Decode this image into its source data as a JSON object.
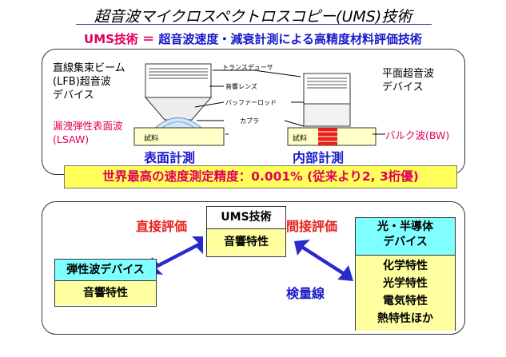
{
  "title": "超音波マイクロスペクトロスコピー(UMS)技術",
  "subtitle": {
    "lead": "UMS技術",
    "eq": "＝",
    "rest": "超音波速度・減衰計測による高精度材料評価技術"
  },
  "top_panel": {
    "lfb_device": "直線集束ビーム\n(LFB)超音波\nデバイス",
    "lsaw": "漏洩弾性表面波\n(LSAW)",
    "planar_device": "平面超音波\nデバイス",
    "bulk_wave": "バルク波(BW)",
    "transducer": "トランスデューサ",
    "acoustic_lens": "音響レンズ",
    "buffer_rod": "バッファーロッド",
    "coupler": "カプラ",
    "sample_left": "試料",
    "sample_right": "試料",
    "surface_measure": "表面計測",
    "internal_measure": "内部計測"
  },
  "banner": "世界最高の速度測定精度：0.001% (従来より2, 3桁優)",
  "bottom_panel": {
    "direct": "直接評価",
    "indirect": "間接評価",
    "calibration": "検量線",
    "ums_box": {
      "head": "UMS技術",
      "body": "音響特性"
    },
    "saw_box": {
      "head": "弾性波デバイス",
      "body": "音響特性"
    },
    "semi_box": {
      "head": "光・半導体\nデバイス",
      "items": [
        "化学特性",
        "光学特性",
        "電気特性",
        "熱特性ほか"
      ]
    }
  },
  "colors": {
    "magenta": "#e0005a",
    "blue": "#1a1acc",
    "red_text": "#e8201a",
    "arrow": "#2a2acc",
    "yellow": "#ffffa0",
    "cyan": "#7fffff",
    "banner": "#ffff5a"
  }
}
